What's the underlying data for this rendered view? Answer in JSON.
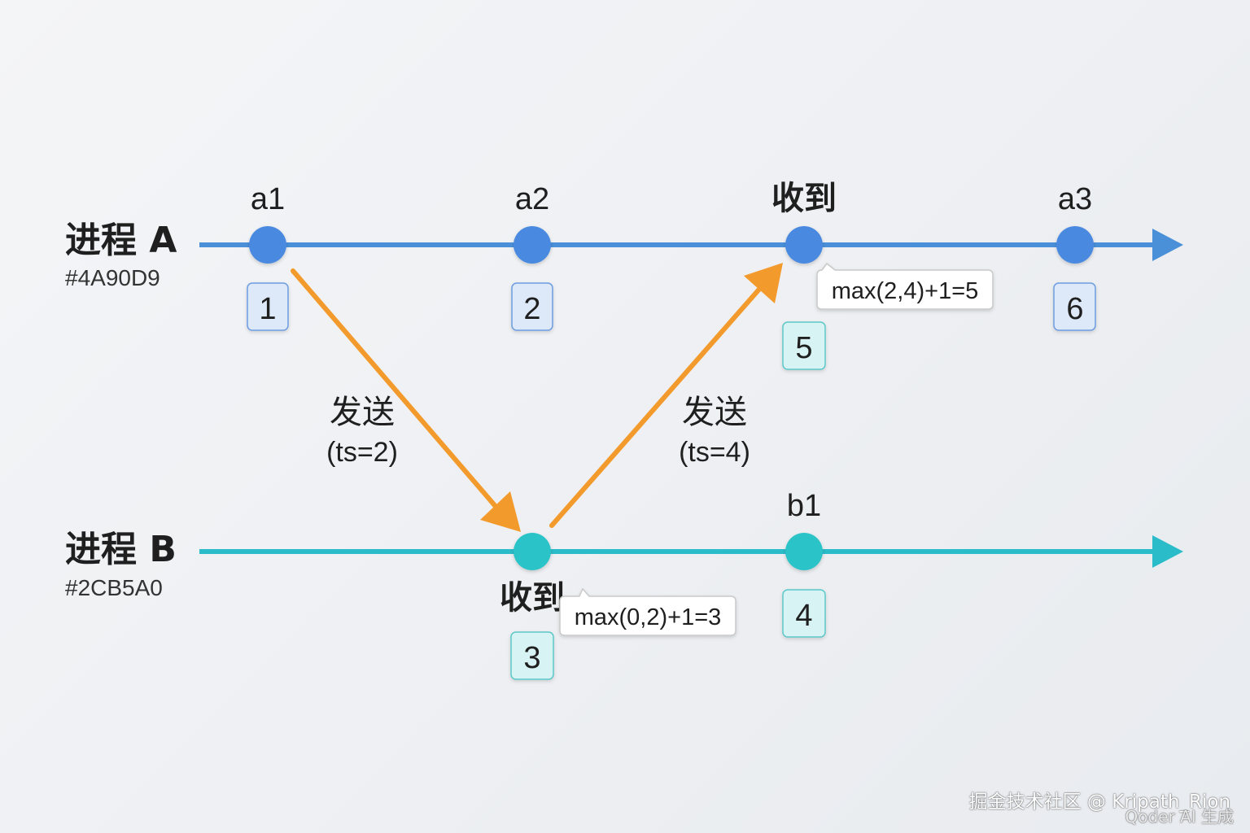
{
  "colors": {
    "process_a": "#4A90D9",
    "process_b": "#2CB5A0",
    "message_arrow": "#F39A2C",
    "text": "#1f1f1f"
  },
  "process_a": {
    "name": "进程 A",
    "color_label": "#4A90D9",
    "events": [
      {
        "label": "a1",
        "timestamp": "1"
      },
      {
        "label": "a2",
        "timestamp": "2"
      },
      {
        "label": "收到",
        "timestamp": "5",
        "formula": "max(2,4)+1=5"
      },
      {
        "label": "a3",
        "timestamp": "6"
      }
    ]
  },
  "process_b": {
    "name": "进程 B",
    "color_label": "#2CB5A0",
    "events": [
      {
        "label": "收到",
        "timestamp": "3",
        "formula": "max(0,2)+1=3"
      },
      {
        "label": "b1",
        "timestamp": "4"
      }
    ]
  },
  "messages": [
    {
      "from": "a1",
      "to": "B 收到",
      "label": "发送",
      "ts": "(ts=2)"
    },
    {
      "from": "B 收到",
      "to": "A 收到",
      "label": "发送",
      "ts": "(ts=4)"
    }
  ],
  "watermark": {
    "line1": "掘金技术社区 @ Kripath_Rion",
    "line2": "Qoder AI 生成"
  }
}
